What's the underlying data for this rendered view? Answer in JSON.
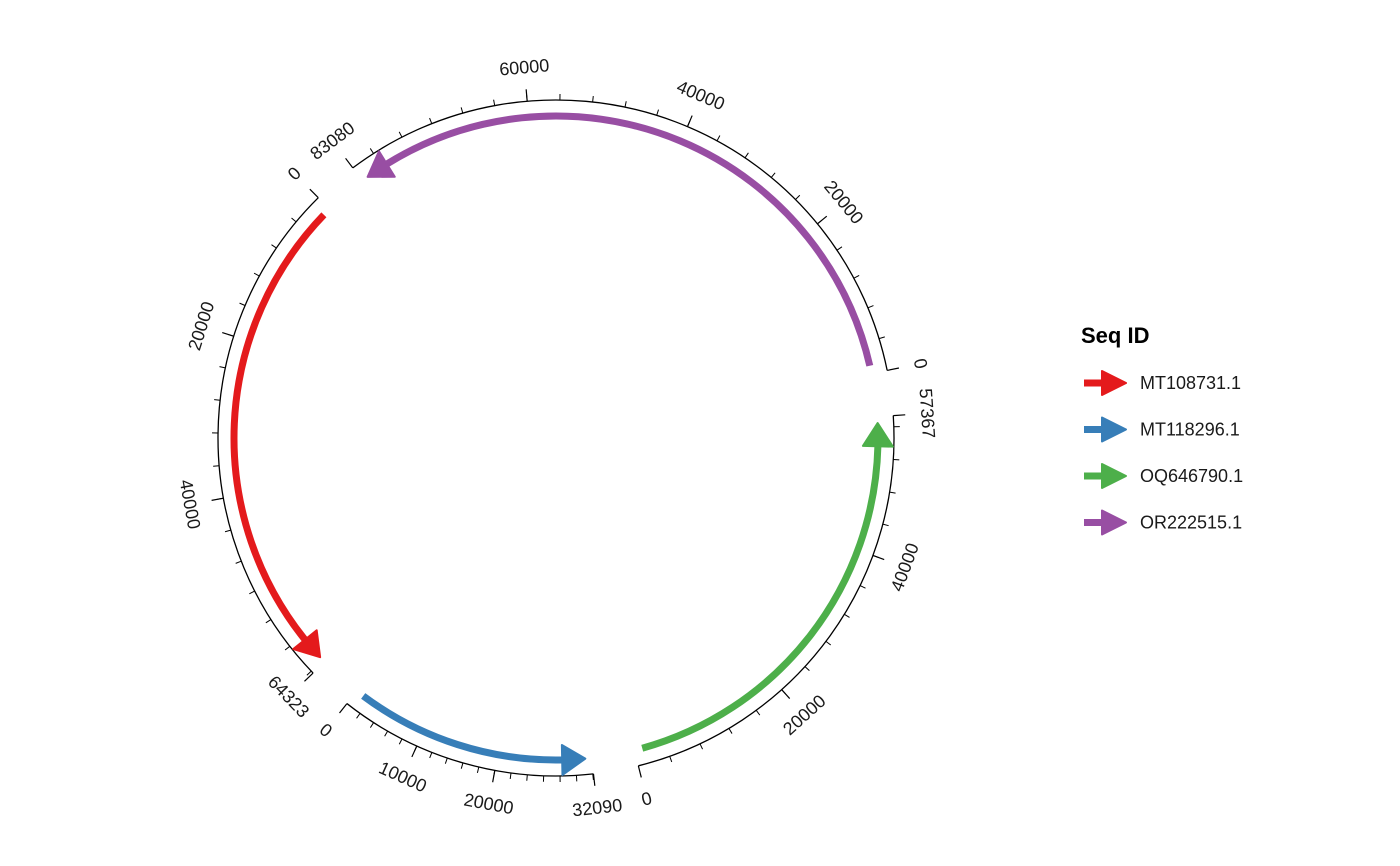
{
  "chart_data": {
    "type": "circular-genome",
    "legend": {
      "title": "Seq ID",
      "placement": "right"
    },
    "sequences": [
      {
        "id": "MT108731.1",
        "length": 64323,
        "color": "#E41A1C",
        "strand": "forward",
        "ticks": [
          0,
          20000,
          40000,
          64323
        ]
      },
      {
        "id": "MT118296.1",
        "length": 32090,
        "color": "#377EB8",
        "strand": "forward",
        "ticks": [
          0,
          10000,
          20000,
          32090
        ]
      },
      {
        "id": "OQ646790.1",
        "length": 57367,
        "color": "#4DAF4A",
        "strand": "forward",
        "ticks": [
          0,
          20000,
          40000,
          57367
        ]
      },
      {
        "id": "OR222515.1",
        "length": 83080,
        "color": "#984EA3",
        "strand": "forward",
        "ticks": [
          0,
          20000,
          40000,
          60000,
          83080
        ]
      }
    ]
  }
}
